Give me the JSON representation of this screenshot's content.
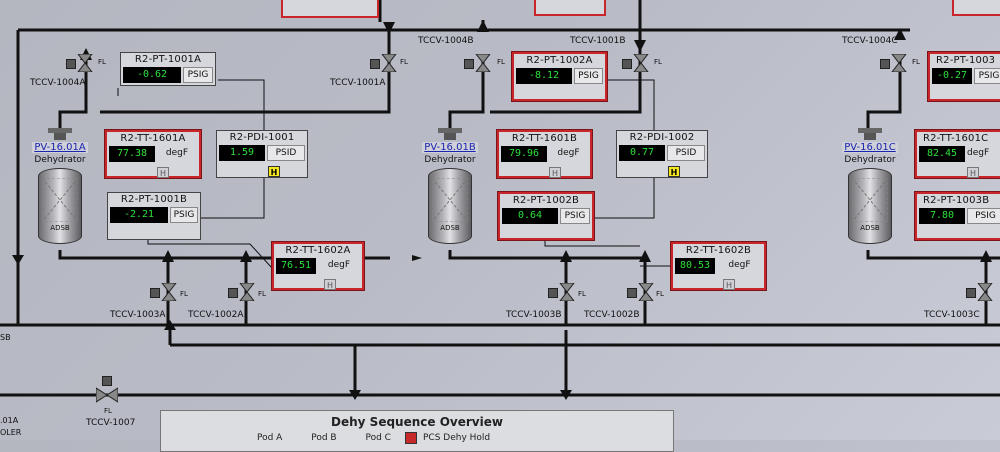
{
  "colors": {
    "alarm": "#c8262b",
    "value_text": "#2de03a",
    "hi_flag": "#f7e71e",
    "pipe": "#111111"
  },
  "instruments": [
    {
      "id": "r2-pt-1001a",
      "tag": "R2-PT-1001A",
      "value": "-0.62",
      "unit": "PSIG",
      "alarm": false
    },
    {
      "id": "r2-tt-1601a",
      "tag": "R2-TT-1601A",
      "value": "77.38",
      "unit": "degF",
      "alarm": true,
      "flag": "H",
      "flag_active": false
    },
    {
      "id": "r2-pdi-1001",
      "tag": "R2-PDI-1001",
      "value": "1.59",
      "unit": "PSID",
      "alarm": false,
      "flag": "H",
      "flag_active": true
    },
    {
      "id": "r2-pt-1001b",
      "tag": "R2-PT-1001B",
      "value": "-2.21",
      "unit": "PSIG",
      "alarm": false
    },
    {
      "id": "r2-tt-1602a",
      "tag": "R2-TT-1602A",
      "value": "76.51",
      "unit": "degF",
      "alarm": true,
      "flag": "H",
      "flag_active": false
    },
    {
      "id": "r2-pt-1002a",
      "tag": "R2-PT-1002A",
      "value": "-8.12",
      "unit": "PSIG",
      "alarm": true
    },
    {
      "id": "r2-tt-1601b",
      "tag": "R2-TT-1601B",
      "value": "79.96",
      "unit": "degF",
      "alarm": true,
      "flag": "H",
      "flag_active": false
    },
    {
      "id": "r2-pdi-1002",
      "tag": "R2-PDI-1002",
      "value": "0.77",
      "unit": "PSID",
      "alarm": false,
      "flag": "H",
      "flag_active": true
    },
    {
      "id": "r2-pt-1002b",
      "tag": "R2-PT-1002B",
      "value": "0.64",
      "unit": "PSIG",
      "alarm": true
    },
    {
      "id": "r2-tt-1602b",
      "tag": "R2-TT-1602B",
      "value": "80.53",
      "unit": "degF",
      "alarm": true,
      "flag": "H",
      "flag_active": false
    },
    {
      "id": "r2-pt-1003a",
      "tag": "R2-PT-1003",
      "value": "-0.27",
      "unit": "PSIG",
      "alarm": true
    },
    {
      "id": "r2-tt-1601c",
      "tag": "R2-TT-1601C",
      "value": "82.45",
      "unit": "degF",
      "alarm": true,
      "flag": "H",
      "flag_active": false
    },
    {
      "id": "r2-pt-1003b",
      "tag": "R2-PT-1003B",
      "value": "7.80",
      "unit": "PSIG",
      "alarm": true
    }
  ],
  "vessels": [
    {
      "name": "PV-16.01A",
      "sub": "Dehydrator",
      "label": "ADSB"
    },
    {
      "name": "PV-16.01B",
      "sub": "Dehydrator",
      "label": "ADSB"
    },
    {
      "name": "PV-16.01C",
      "sub": "Dehydrator",
      "label": "ADSB"
    }
  ],
  "valves": {
    "fl_label": "FL",
    "tags": [
      "TCCV-1004A",
      "TCCV-1001A",
      "TCCV-1004B",
      "TCCV-1001B",
      "TCCV-1004C",
      "TCCV-1003A",
      "TCCV-1002A",
      "TCCV-1003B",
      "TCCV-1002B",
      "TCCV-1003C",
      "TCCV-1007"
    ]
  },
  "edge_labels": {
    "left_mid": "SB",
    "left_bottom_1": ".01A",
    "left_bottom_2": "OLER"
  },
  "summary": {
    "title": "Dehy Sequence Overview",
    "pod_a": "Pod A",
    "pod_b": "Pod B",
    "pod_c": "Pod C",
    "hold": "PCS Dehy Hold"
  }
}
